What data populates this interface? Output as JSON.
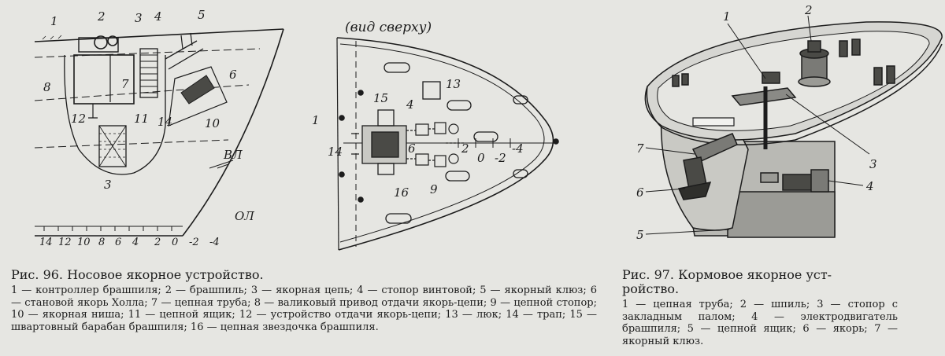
{
  "fig96": {
    "title": "Рис. 96. Носовое якорное устройство.",
    "legend": "1 — контроллер брашпиля; 2 — брашпиль; 3 — якорная цепь; 4 — стопор винтовой; 5 — якорный клюз; 6 — становой якорь Холла; 7 — цепная труба; 8 — валиковый привод отдачи якорь-цепи; 9 — цепной стопор; 10 — якорная ниша; 11 — цепной ящик; 12 — устройство отдачи якорь-цепи; 13 — люк; 14 — трап; 15 — швартовный барабан брашпиля; 16 — цепная звездочка брашпиля.",
    "side_view": {
      "callouts": [
        "1",
        "2",
        "3",
        "4",
        "5",
        "6",
        "7",
        "8",
        "10",
        "11",
        "12",
        "14",
        "3"
      ],
      "waterline": "ВЛ",
      "baseline": "ОЛ",
      "frames": [
        "14",
        "12",
        "10",
        "8",
        "6",
        "4",
        "2",
        "0",
        "-2",
        "-4"
      ]
    },
    "top_view": {
      "heading": "(вид сверху)",
      "callouts": [
        "1",
        "14",
        "15",
        "13",
        "4",
        "6",
        "2",
        "0",
        "-2",
        "-4",
        "16",
        "9"
      ]
    }
  },
  "fig97": {
    "title_line1": "Рис.   97.  Кормовое   якорное   уст-",
    "title_line2": "ройство.",
    "legend": "1 — цепная труба; 2 — шпиль; 3 — стопор с закладным палом; 4 — электродвигатель брашпиля; 5 — цепной ящик; 6 — якорь; 7 — якорный клюз.",
    "callouts": [
      "1",
      "2",
      "7",
      "3",
      "6",
      "4",
      "5"
    ]
  },
  "colors": {
    "background": "#e6e6e2",
    "ink": "#1c1c1c",
    "hull_shade": "#b9b9b4",
    "dark": "#4a4a46"
  }
}
